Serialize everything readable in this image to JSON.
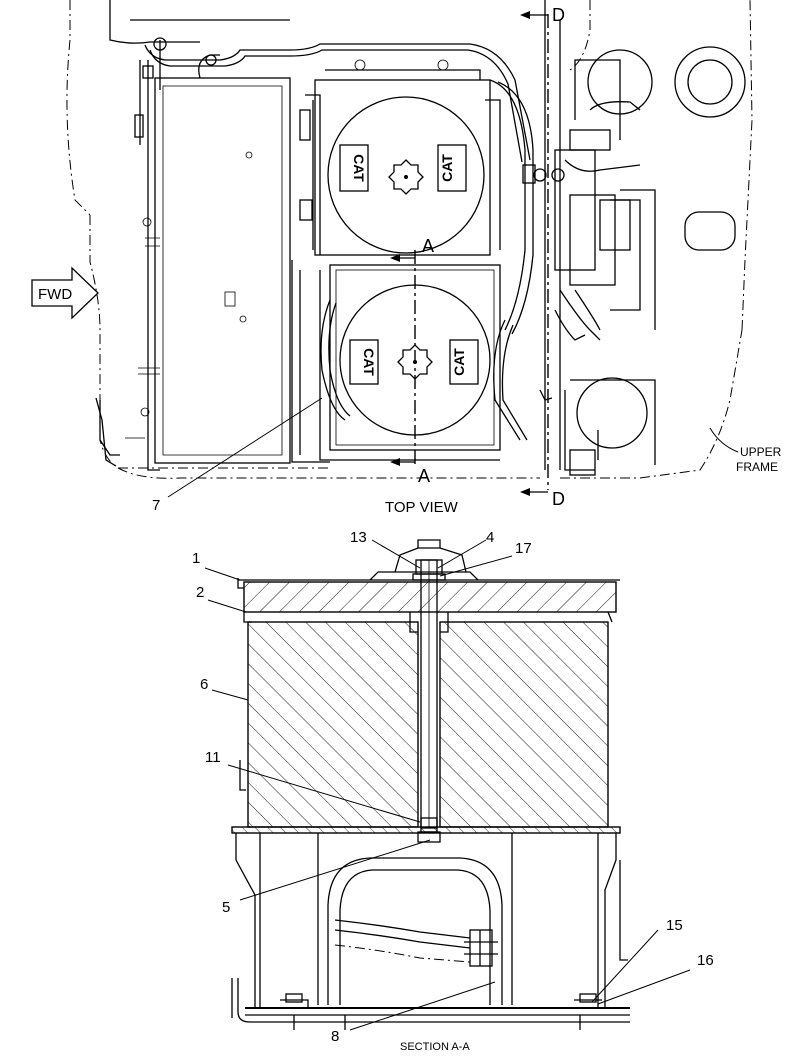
{
  "top_view": {
    "title": "TOP VIEW",
    "fwd_label": "FWD",
    "upper_frame": [
      "UPPER",
      "FRAME"
    ],
    "section_marks": {
      "a_top": "A",
      "a_bottom": "A",
      "d_top": "D",
      "d_bottom": "D"
    },
    "logo_text": "CAT",
    "part_7": "7"
  },
  "section_view": {
    "title": "SECTION A-A",
    "callouts": {
      "c1": "1",
      "c2": "2",
      "c4": "4",
      "c5": "5",
      "c6": "6",
      "c8": "8",
      "c11": "11",
      "c13": "13",
      "c15": "15",
      "c16": "16",
      "c17": "17"
    }
  }
}
